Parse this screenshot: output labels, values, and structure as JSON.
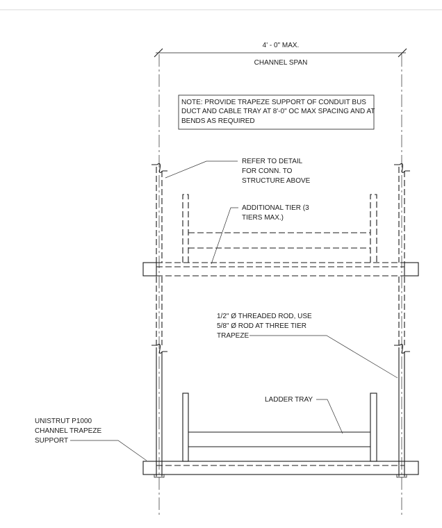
{
  "dimension": {
    "value": "4' - 0\" MAX.",
    "label": "CHANNEL SPAN"
  },
  "note": {
    "lines": [
      "NOTE: PROVIDE TRAPEZE SUPPORT OF CONDUIT BUS",
      "DUCT AND CABLE TRAY AT 8'-0\" OC MAX SPACING AND AT",
      "BENDS AS REQUIRED"
    ]
  },
  "callouts": {
    "refer_detail": [
      "REFER TO DETAIL",
      " FOR CONN. TO",
      "STRUCTURE ABOVE"
    ],
    "additional_tier": [
      "ADDITIONAL TIER (3",
      "TIERS MAX.)"
    ],
    "threaded_rod": [
      "1/2\" Ø THREADED ROD, USE",
      "5/8\" Ø ROD AT THREE TIER",
      "TRAPEZE"
    ],
    "ladder_tray": [
      "LADDER TRAY"
    ],
    "channel_support": [
      "UNISTRUT P1000",
      "CHANNEL TRAPEZE",
      "SUPPORT"
    ]
  }
}
